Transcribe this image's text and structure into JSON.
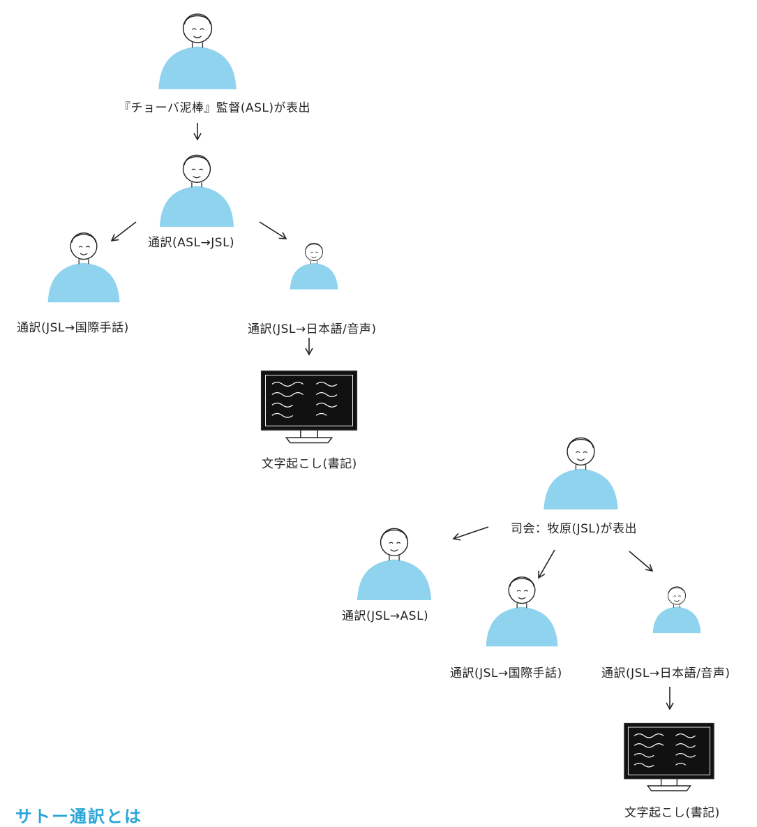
{
  "diagram": {
    "group1": {
      "speaker": "『チョーバ泥棒』監督(ASL)が表出",
      "interp_asl_jsl": "通訳(ASL→JSL)",
      "interp_jsl_is": "通訳(JSL→国際手話)",
      "interp_jsl_voice": "通訳(JSL→日本語/音声)",
      "transcription": "文字起こし(書記)"
    },
    "group2": {
      "speaker": "司会：牧原(JSL)が表出",
      "interp_jsl_asl": "通訳(JSL→ASL)",
      "interp_jsl_is": "通訳(JSL→国際手話)",
      "interp_jsl_voice": "通訳(JSL→日本語/音声)",
      "transcription": "文字起こし(書記)"
    },
    "section_title": "サトー通訳とは"
  },
  "colors": {
    "figure_fill": "#8fd3ef",
    "ink": "#222222",
    "screen": "#111111",
    "accent": "#2aa6d8"
  }
}
